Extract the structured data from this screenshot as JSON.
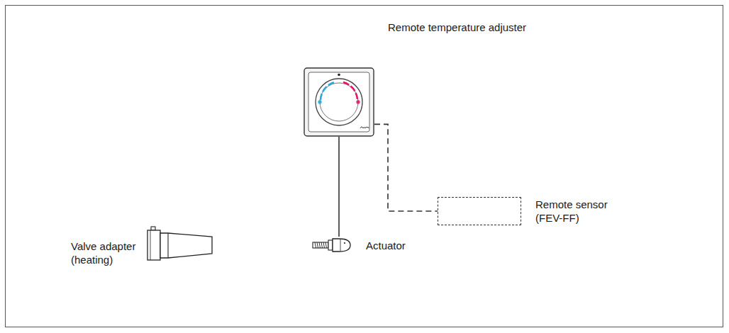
{
  "diagram": {
    "nodes": [
      {
        "text": [
          "Remote temperature adjuster"
        ]
      },
      {
        "text": [
          "Remote sensor (FEV-FF)"
        ]
      },
      {
        "text": [
          "Valve adapter (heating)"
        ]
      },
      {
        "text": [
          "Actuator"
        ]
      }
    ],
    "edges": [
      {
        "from": 0,
        "to": 3,
        "arrow": "none"
      },
      {
        "from": 0,
        "to": 1,
        "arrow": "none"
      }
    ]
  }
}
